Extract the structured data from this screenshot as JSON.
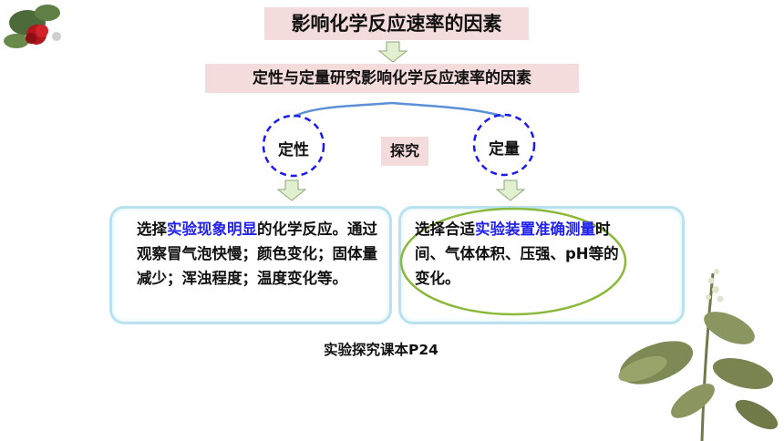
{
  "title": "影响化学反应速率的因素",
  "subtitle": "定性与定量研究影响化学反应速率的因素",
  "qualitative": "定性",
  "explore": "探究",
  "quantitative": "定量",
  "left_panel": {
    "pre": "选择",
    "highlight": "实验现象明显",
    "post": "的化学反应。通过观察冒气泡快慢；颜色变化；固体量减少；浑浊程度；温度变化等。"
  },
  "right_panel": {
    "pre": "选择合适",
    "highlight": "实验装置准确测量",
    "post": "时间、气体体积、压强、pH等的变化。"
  },
  "caption": "实验探究课本P24",
  "colors": {
    "box_pink": "#f5dcdc",
    "highlight_blue": "#2222ee",
    "dashed_circle": "#1a1aee",
    "bracket": "#5b8fd6",
    "panel_border": "#b8e2f0",
    "ellipse_green": "#8ab83a",
    "arrow_fill": "#e3f0cf"
  }
}
